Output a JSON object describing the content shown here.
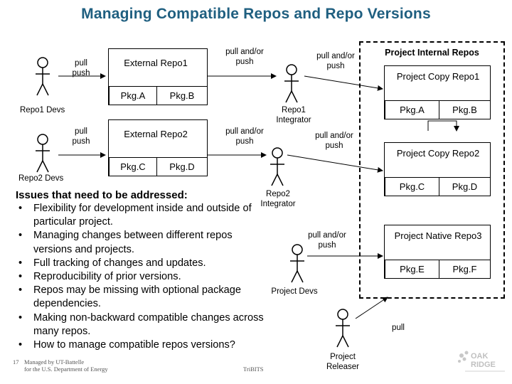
{
  "title": "Managing Compatible Repos and Repo Versions",
  "left": {
    "repo1": {
      "title": "External Repo1",
      "packages": [
        "Pkg.A",
        "Pkg.B"
      ],
      "devs_label": "Repo1 Devs",
      "devs_action": "pull push",
      "integrator_action": "pull and/or push",
      "integrator_label": "Repo1 Integrator",
      "to_internal_action": "pull and/or push"
    },
    "repo2": {
      "title": "External Repo2",
      "packages": [
        "Pkg.C",
        "Pkg.D"
      ],
      "devs_label": "Repo2 Devs",
      "devs_action": "pull push",
      "integrator_action": "pull and/or push",
      "integrator_label": "Repo2 Integrator",
      "to_internal_action": "pull and/or push"
    }
  },
  "internal": {
    "title": "Project Internal Repos",
    "repos": [
      {
        "title": "Project Copy Repo1",
        "packages": [
          "Pkg.A",
          "Pkg.B"
        ]
      },
      {
        "title": "Project Copy Repo2",
        "packages": [
          "Pkg.C",
          "Pkg.D"
        ]
      },
      {
        "title": "Project Native Repo3",
        "packages": [
          "Pkg.E",
          "Pkg.F"
        ]
      }
    ]
  },
  "project_devs": {
    "action": "pull and/or push",
    "label": "Project Devs"
  },
  "releaser": {
    "action": "pull",
    "label": "Project Releaser"
  },
  "issues": {
    "heading": "Issues that need to be addressed:",
    "items": [
      "Flexibility for development inside and outside of particular project.",
      "Managing changes between different repos versions and projects.",
      "Full tracking of changes and updates.",
      "Reproducibility of prior versions.",
      "Repos may be missing with optional package dependencies.",
      "Making non-backward compatible changes across many repos.",
      "How to manage compatible repos versions?"
    ]
  },
  "footer": {
    "page": "17",
    "managed_line1": "Managed by UT-Battelle",
    "managed_line2": "for the U.S. Department of Energy",
    "center": "TriBITS",
    "logo_text": "OAK RIDGE"
  }
}
